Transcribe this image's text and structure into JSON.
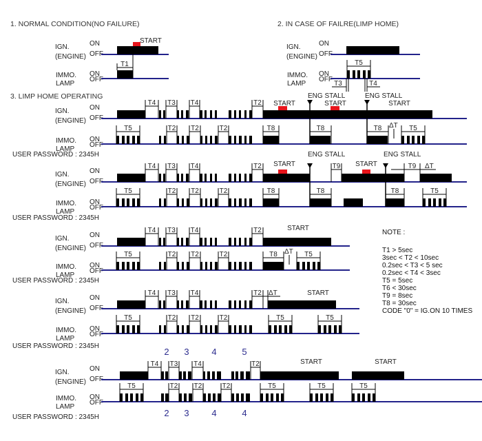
{
  "titles": {
    "normal": "1. NORMAL CONDITION(NO FAILURE)",
    "failure": "2. IN CASE OF FAILRE(LIMP HOME)",
    "limp_home": "3. LIMP HOME OPERATING"
  },
  "signals": {
    "ign": "IGN.",
    "engine": "(ENGINE)",
    "immo": "IMMO.",
    "lamp": "LAMP",
    "on": "ON",
    "off": "OFF"
  },
  "markers": {
    "start": "START",
    "eng_stall": "ENG STALL",
    "delta_t": "ΔT"
  },
  "timing": {
    "t1": "T1",
    "t2": "T2",
    "t3": "T3",
    "t4": "T4",
    "t5": "T5",
    "t8": "T8",
    "t9": "T9"
  },
  "password": "USER PASSWORD : 2345H",
  "code_digits": {
    "ign": [
      "2",
      "3",
      "4",
      "5"
    ],
    "immo": [
      "2",
      "3",
      "4",
      "4"
    ]
  },
  "note": {
    "title": "NOTE :",
    "lines": [
      " T1 > 5sec",
      "3sec < T2 < 10sec",
      "0.2sec < T3 < 5 sec",
      "0.2sec < T4 < 3sec",
      "T5 = 5sec",
      "T6 < 30sec",
      "T9 = 8sec",
      "T8 = 30sec",
      "CODE \"0\" = IG.ON 10 TIMES"
    ]
  },
  "colors": {
    "baseline": "#22228a",
    "signal": "#000000",
    "start_pulse": "#e8141b",
    "digits": "#2d2d8f"
  }
}
